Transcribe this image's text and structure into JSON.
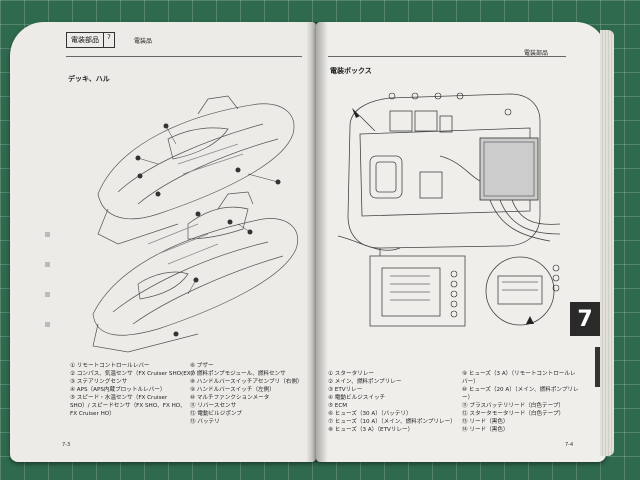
{
  "left_page": {
    "header_title": "電装部品",
    "header_badge": "7",
    "header_subtitle": "電装品",
    "section_title": "デッキ、ハル",
    "legend_col1": [
      "① リモートコントロールレバー",
      "② コンパス、気温センサ（FX Cruiser SHO(EX)）",
      "③ ステアリングセンサ",
      "④ APS（APS内蔵ブロットルレバー）",
      "⑤ スピード・水温センサ（FX Cruiser SHO）/ スピードセンサ（FX SHO、FX HO、FX Cruiser HO）"
    ],
    "legend_col2": [
      "⑥ ブザー",
      "⑦ 燃料ポンプモジュール、燃料センサ",
      "⑧ ハンドルバースイッチアセンブリ（右側）",
      "⑨ ハンドルバースイッチ（左側）",
      "⑩ マルチファンクションメータ",
      "⑪ リバースセンサ",
      "⑫ 電動ビルジポンプ",
      "⑬ バッテリ"
    ],
    "page_number": "7-3"
  },
  "right_page": {
    "header_subtitle": "電装部品",
    "section_title": "電装ボックス",
    "tab_number": "7",
    "legend_col1": [
      "① スタータリレー",
      "② メイン、燃料ポンプリレー",
      "③ ETVリレー",
      "④ 電動ビルジスイッチ",
      "⑤ ECM",
      "⑥ ヒューズ（30 A）（バッテリ）",
      "⑦ ヒューズ（10 A）（メイン、燃料ポンプリレー）",
      "⑧ ヒューズ（3 A）（ETVリレー）"
    ],
    "legend_col2": [
      "⑨ ヒューズ（3 A）（リモートコントロールレバー）",
      "⑩ ヒューズ（20 A）（メイン、燃料ポンプリレー）",
      "⑪ プラスバッテリリード（白色テープ）",
      "⑫ スタータモータリード（白色テープ）",
      "⑬ リード（黒色）",
      "⑭ リード（黒色）"
    ],
    "page_number": "7-4"
  }
}
